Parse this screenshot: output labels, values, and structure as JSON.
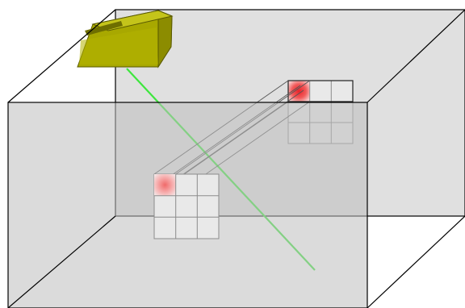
{
  "colors": {
    "background": "#ffffff",
    "box_back_wall": "#e0e0e0",
    "box_front_face": "#cccccc",
    "box_edge": "#000000",
    "grid_cell": "#e9e9e9",
    "grid_line": "#8c8c8c",
    "highlight_cell": "#e8232a",
    "laser_beam": "#3ee63e",
    "sensor_body": "#a8a800",
    "sensor_dark": "#6e6e00"
  },
  "grids": {
    "rows": 3,
    "cols": 3,
    "highlight_cell": [
      0,
      0
    ]
  },
  "icons": {
    "sensor": "laser-sensor-icon"
  }
}
